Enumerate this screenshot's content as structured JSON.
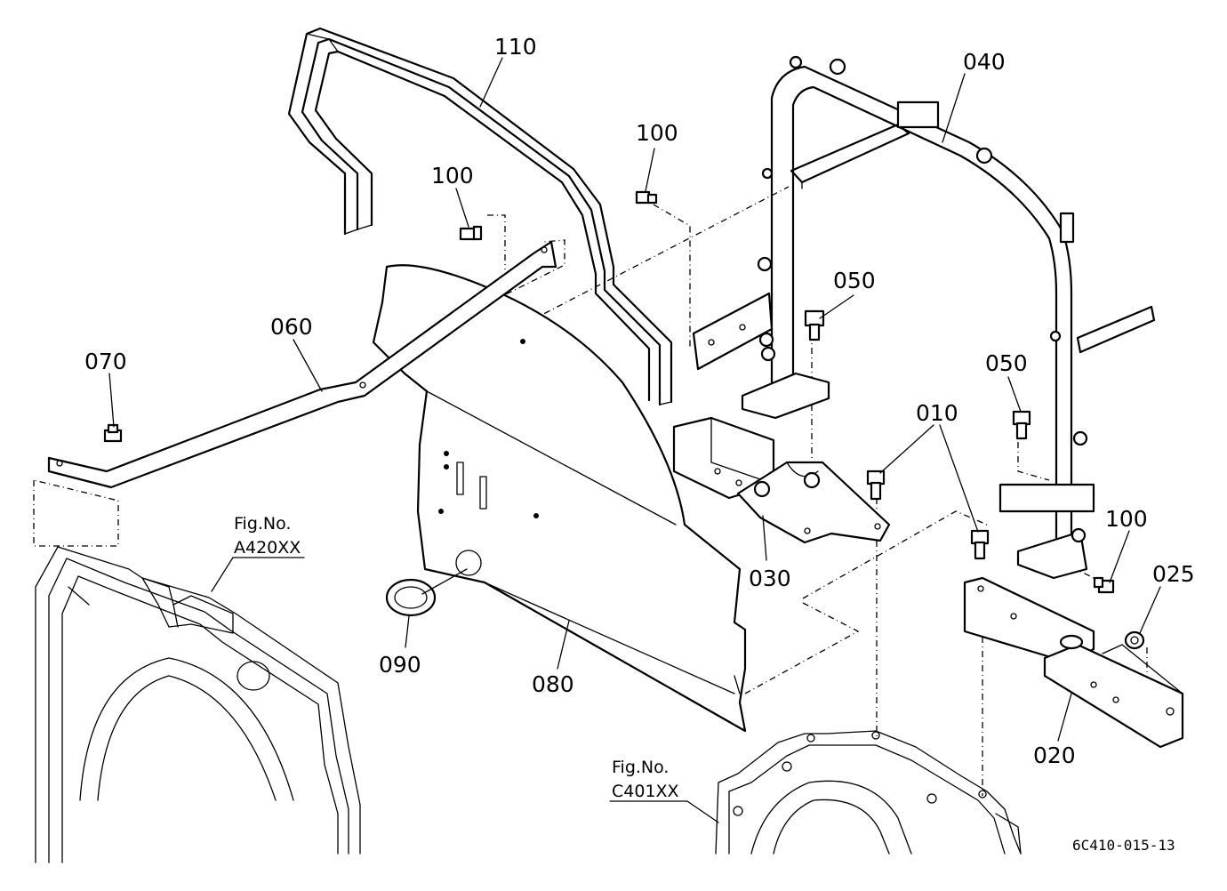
{
  "parts": [
    {
      "id": "p110",
      "label": "110",
      "name": "handle-frame-110"
    },
    {
      "id": "p100a",
      "label": "100",
      "name": "bolt-100-left"
    },
    {
      "id": "p100b",
      "label": "100",
      "name": "bolt-100-center"
    },
    {
      "id": "p100c",
      "label": "100",
      "name": "bolt-100-right"
    },
    {
      "id": "p040",
      "label": "040",
      "name": "roll-bar-frame-040"
    },
    {
      "id": "p050a",
      "label": "050",
      "name": "bolt-050-left"
    },
    {
      "id": "p050b",
      "label": "050",
      "name": "bolt-050-right"
    },
    {
      "id": "p010",
      "label": "010",
      "name": "bolt-010"
    },
    {
      "id": "p070",
      "label": "070",
      "name": "bolt-070"
    },
    {
      "id": "p060",
      "label": "060",
      "name": "stay-bar-060"
    },
    {
      "id": "p030",
      "label": "030",
      "name": "bracket-030"
    },
    {
      "id": "p025",
      "label": "025",
      "name": "nut-025"
    },
    {
      "id": "p090",
      "label": "090",
      "name": "grommet-090"
    },
    {
      "id": "p080",
      "label": "080",
      "name": "cover-plate-080"
    },
    {
      "id": "p020",
      "label": "020",
      "name": "bracket-020"
    }
  ],
  "references": [
    {
      "id": "r1",
      "caption": "Fig.No.",
      "code": "A420XX"
    },
    {
      "id": "r2",
      "caption": "Fig.No.",
      "code": "C401XX"
    }
  ],
  "drawing_code": "6C410-015-13"
}
